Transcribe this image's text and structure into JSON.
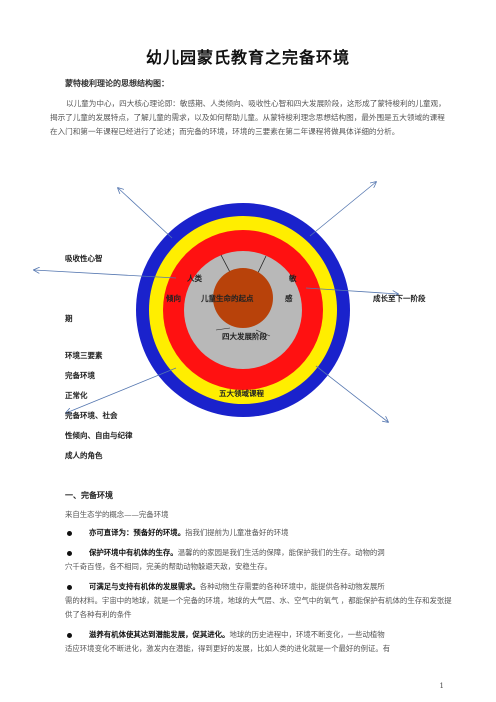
{
  "title": "幼儿园蒙氏教育之完备环境",
  "subhead": "蒙特梭利理论的思想结构图：",
  "intro": "以儿童为中心，四大核心理论即：敏感期、人类倾向、吸收性心智和四大发展阶段，这形成了蒙特梭利的儿童观，揭示了儿童的发展特点，了解儿童的需求，以及如何帮助儿童。从蒙特梭利理念思想结构图，最外围是五大领域的课程在入门和第一年课程已经进行了论述；而完备的环境，环境的三要素在第二年课程将做具体详细的分析。",
  "diagram": {
    "center": "儿童生命的起点",
    "ring_labels": {
      "renlei": "人类",
      "min": "敏",
      "qingxiang": "倾向",
      "gan": "感",
      "four_stages": "四大发展阶段",
      "five_areas": "五大领域课程"
    },
    "left_labels": {
      "absorbent": "吸收性心智",
      "period": "期",
      "three_elements": "环境三要素",
      "complete_env": "完备环境",
      "normalization": "正常化",
      "complete_social": "完备环境、社会",
      "tendency_freedom": "性倾向、自由与纪律",
      "adult_role": "成人的角色"
    },
    "right_label": "成长至下一阶段",
    "colors": {
      "blue": "#1a22cc",
      "yellow": "#ffee00",
      "red": "#ff1111",
      "gray": "#b8b8b8",
      "brown": "#b8420a",
      "arrow": "#5577b0"
    }
  },
  "section": {
    "title": "一、完备环境",
    "subtitle": "来自生态学的概念——完备环境",
    "bullets": [
      {
        "bold": "亦可直译为：预备好的环境。",
        "text": "指我们提前为儿童准备好的环境",
        "cont": ""
      },
      {
        "bold": "保护环境中有机体的生存。",
        "text": "温馨的的家园是我们生活的保障，能保护我们的生存。动物的洞",
        "cont": "穴千奇百怪，各不相同，完美的帮助动物躲避天敌，安稳生存。"
      },
      {
        "bold": "可满足与支持有机体的发展需求。",
        "text": "各种动物生存需要的各种环境中，能提供各种动物发展所",
        "cont": "需的材料。宇宙中的地球，就是一个完备的环境，地球的大气层、水、空气中的氧气 ，都能保护有机体的生存和发张提供了各种有利的条件"
      },
      {
        "bold": "滋养有机体使其达到潜能发展，促其进化。",
        "text": "地球的历史进程中，环境不断变化，一些动植物",
        "cont": "适应环境变化不断进化，激发内在潜能，得到更好的发展，比如人类的进化就是一个最好的例证。有"
      }
    ]
  },
  "page_number": "1"
}
